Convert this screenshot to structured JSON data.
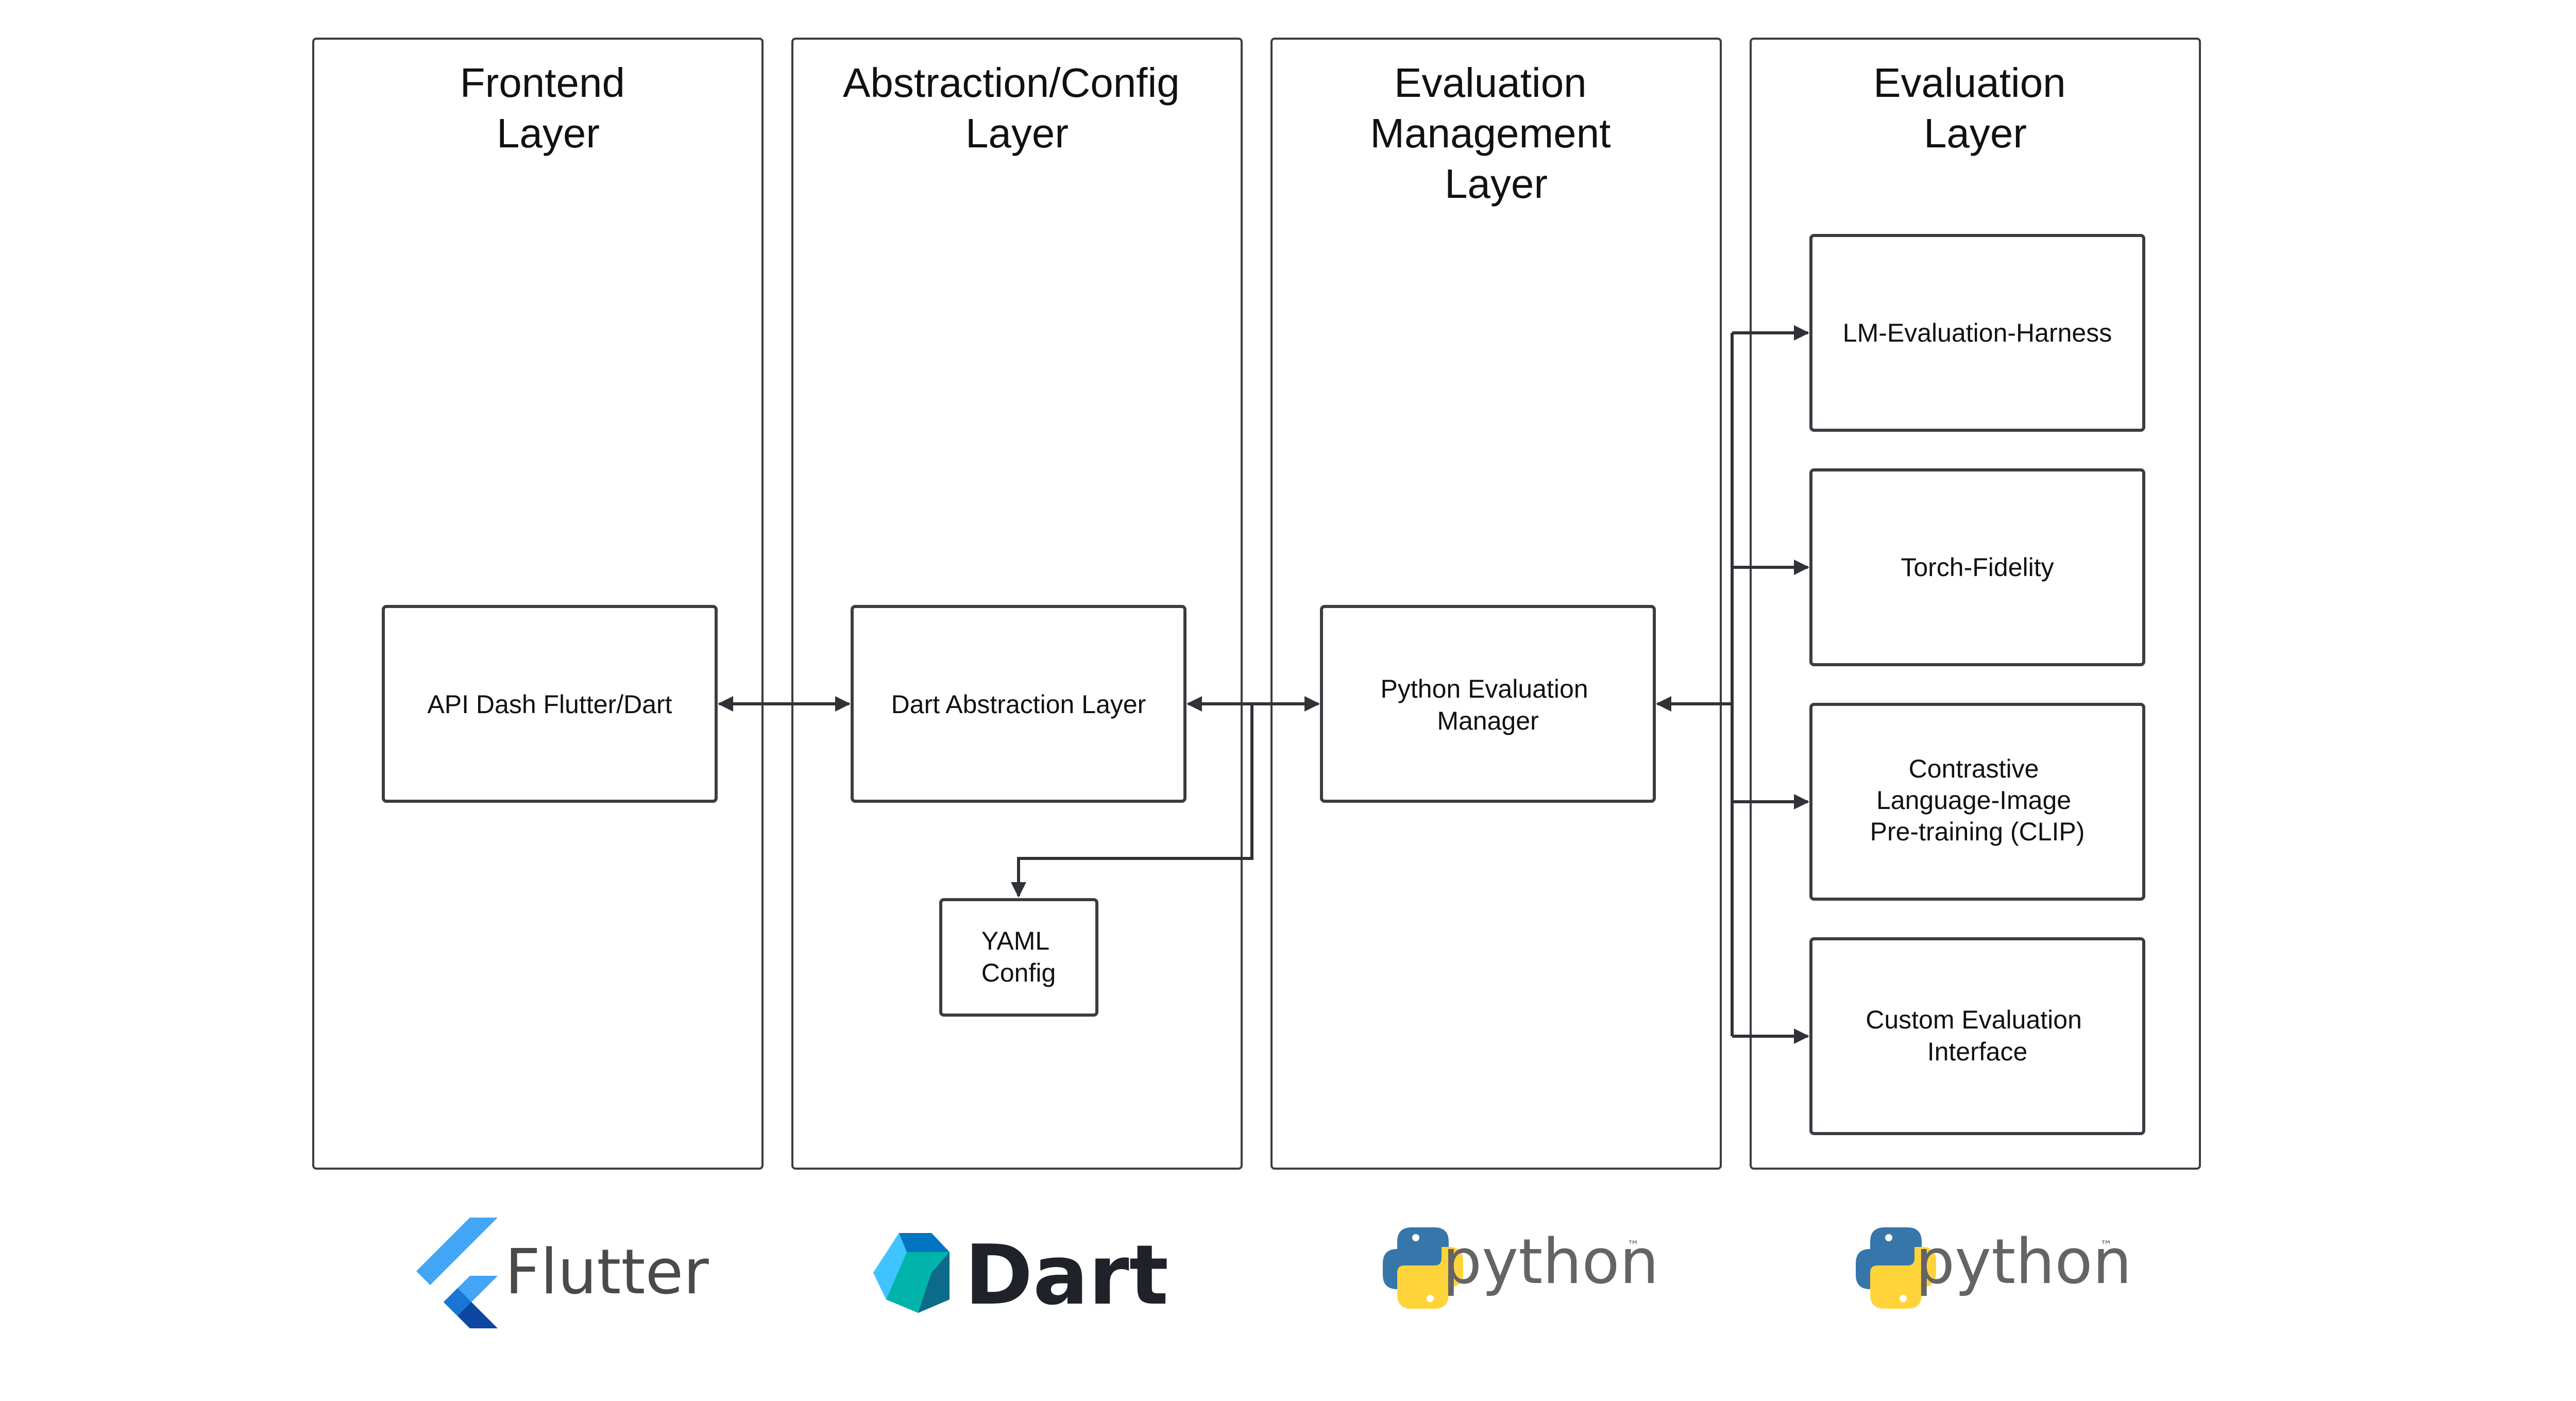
{
  "lanes": [
    {
      "title_lines": [
        "Frontend",
        "Layer"
      ]
    },
    {
      "title_lines": [
        "Abstraction/Config",
        "Layer"
      ]
    },
    {
      "title_lines": [
        "Evaluation",
        "Management",
        "Layer"
      ]
    },
    {
      "title_lines": [
        "Evaluation",
        "Layer"
      ]
    }
  ],
  "boxes": {
    "api_dash": {
      "lines": [
        "API Dash Flutter/Dart"
      ]
    },
    "dart_abstraction": {
      "lines": [
        "Dart Abstraction Layer"
      ]
    },
    "yaml_config": {
      "lines": [
        "YAML",
        "Config"
      ]
    },
    "python_manager": {
      "lines": [
        "Python Evaluation",
        "Manager"
      ]
    },
    "lm_eval": {
      "lines": [
        "LM-Evaluation-Harness"
      ]
    },
    "torch_fidelity": {
      "lines": [
        "Torch-Fidelity"
      ]
    },
    "clip": {
      "lines": [
        "Contrastive",
        "Language-Image",
        "Pre-training (CLIP)"
      ]
    },
    "custom_eval": {
      "lines": [
        "Custom Evaluation",
        "Interface"
      ]
    }
  },
  "logos": {
    "flutter": {
      "text": "Flutter",
      "icon": "flutter-logo-icon"
    },
    "dart": {
      "text": "Dart",
      "icon": "dart-logo-icon"
    },
    "python_1": {
      "text": "python",
      "tm": "™",
      "icon": "python-logo-icon"
    },
    "python_2": {
      "text": "python",
      "tm": "™",
      "icon": "python-logo-icon"
    }
  },
  "colors": {
    "border": "#3a3d42",
    "arrow": "#2f3338",
    "flutter_light": "#42a5f5",
    "flutter_dark": "#0d47a1",
    "dart_teal": "#00b4ab",
    "dart_dark": "#0175c2",
    "python_blue": "#3776ab",
    "python_yellow": "#ffd43b",
    "python_text": "#646464"
  }
}
